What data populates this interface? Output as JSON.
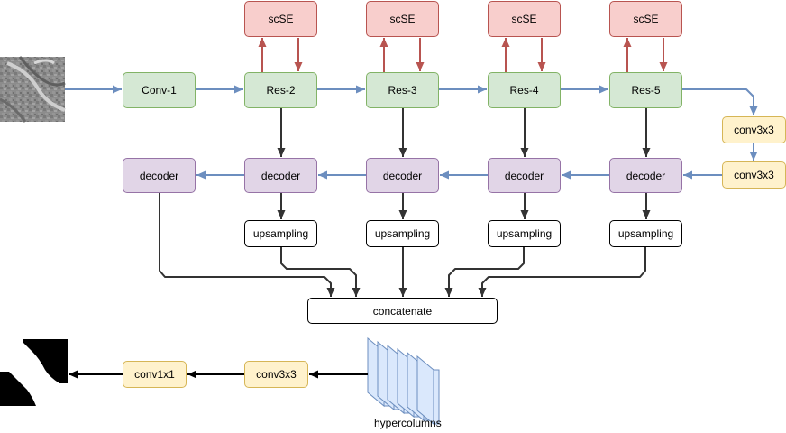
{
  "colors": {
    "blue_arrow": "#6c8ebf",
    "red_arrow": "#b85450",
    "dark_arrow": "#333333",
    "black_arrow": "#000000"
  },
  "encoder": {
    "conv1": "Conv-1",
    "res2": "Res-2",
    "res3": "Res-3",
    "res4": "Res-4",
    "res5": "Res-5"
  },
  "attention": {
    "label": "scSE"
  },
  "bridge": {
    "conv_a": "conv3x3",
    "conv_b": "conv3x3"
  },
  "decoder": {
    "label": "decoder"
  },
  "upsampling": {
    "label": "upsampling"
  },
  "concatenate": {
    "label": "concatenate"
  },
  "hypercolumns": {
    "label": "hypercolumns"
  },
  "head": {
    "conv3x3": "conv3x3",
    "conv1x1": "conv1x1"
  },
  "images": {
    "input": "input-image",
    "output": "output-mask"
  }
}
